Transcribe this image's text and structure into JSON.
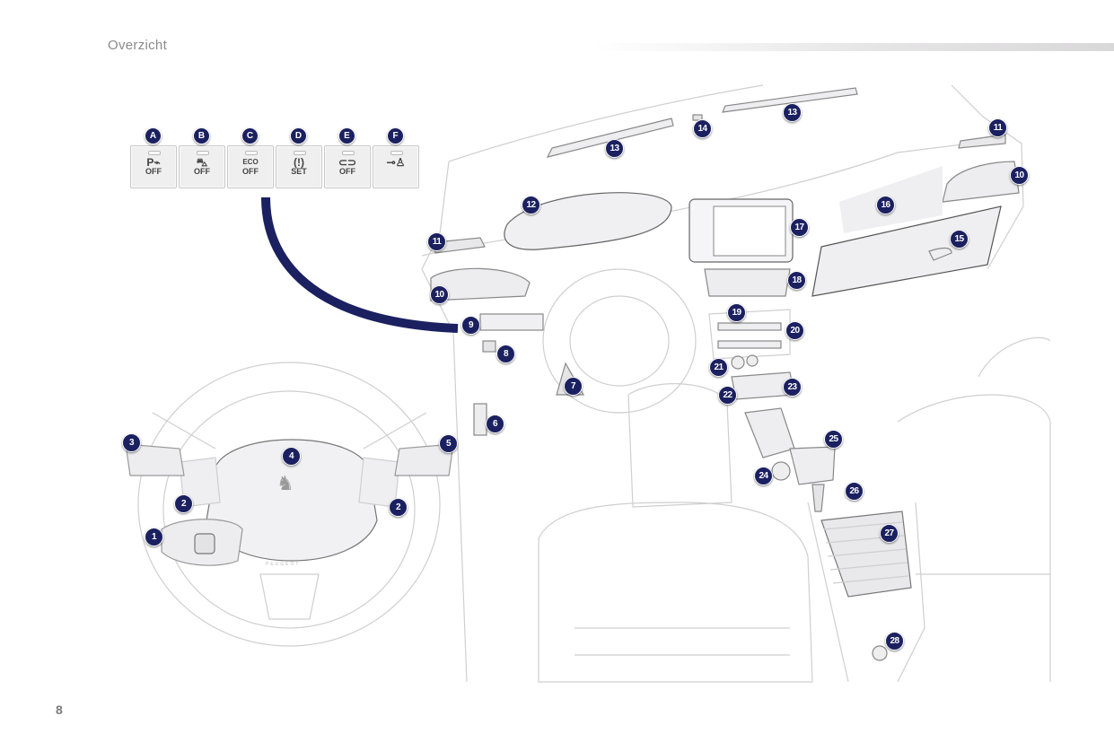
{
  "header": {
    "section_title": "Overzicht"
  },
  "footer": {
    "page_number": "8"
  },
  "switch_panel": {
    "buttons": [
      {
        "letter": "A",
        "icon": "park-assist-off-icon",
        "symbol": "P⌁",
        "label": "OFF"
      },
      {
        "letter": "B",
        "icon": "lane-departure-off-icon",
        "symbol": "⛍",
        "label": "OFF"
      },
      {
        "letter": "C",
        "icon": "eco-off-icon",
        "symbol": "ECO",
        "label": "OFF"
      },
      {
        "letter": "D",
        "icon": "tyre-pressure-set-icon",
        "symbol": "(!)",
        "label": "SET"
      },
      {
        "letter": "E",
        "icon": "alarm-off-icon",
        "symbol": "⊂⊃",
        "label": "OFF"
      },
      {
        "letter": "F",
        "icon": "child-lock-icon",
        "symbol": "⊸♙",
        "label": ""
      }
    ]
  },
  "steering_wheel": {
    "brand_text": "PEUGEOT",
    "callouts": [
      "1",
      "2",
      "2",
      "3",
      "4",
      "5"
    ]
  },
  "dashboard": {
    "callouts": [
      "6",
      "7",
      "8",
      "9",
      "10",
      "10",
      "11",
      "11",
      "12",
      "13",
      "13",
      "14",
      "15",
      "16",
      "17",
      "18",
      "19",
      "20",
      "21",
      "22",
      "23",
      "24",
      "25",
      "26",
      "27",
      "28"
    ]
  },
  "colors": {
    "callout_badge": "#1b2060",
    "connector_line": "#1b2060",
    "line_art": "#cfcfd2",
    "panel_fill": "#f0eff0"
  }
}
